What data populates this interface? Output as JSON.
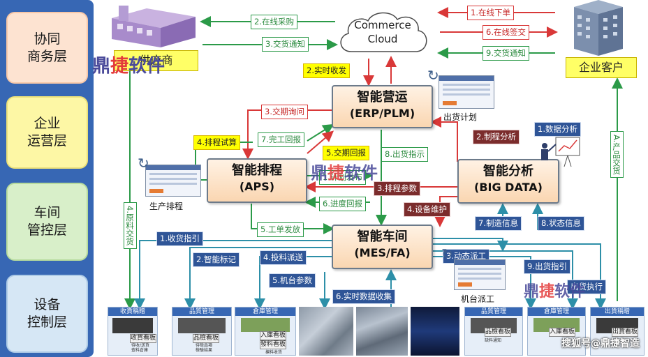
{
  "layers": [
    "协同\n商务层",
    "企业\n运营层",
    "车间\n管控层",
    "设备\n控制层"
  ],
  "cloud": "Commerce\nCloud",
  "entities": {
    "supplier": "供应商",
    "customer": "企业客户"
  },
  "core": {
    "erp": {
      "line1": "智能营运",
      "line2": "(ERP/PLM)"
    },
    "aps": {
      "line1": "智能排程",
      "line2": "(APS)"
    },
    "bigdata": {
      "line1": "智能分析",
      "line2": "(BIG DATA)"
    },
    "mes": {
      "line1": "智能车间",
      "line2": "(MES/FA)"
    }
  },
  "labels": {
    "online_purchase": "2.在线采购",
    "trade_notice_left": "3.交货通知",
    "realtime_receipt": "2.实时收发",
    "online_order": "1.在线下单",
    "online_sign": "6.在线签交",
    "trade_notice_right": "9.交货通知",
    "delivery_inquiry": "3.交期询问",
    "schedule_trial": "4.排程试算",
    "complete_report": "7.完工回报",
    "delivery_reply": "5.交期回报",
    "ship_instruction": "8.出货指示",
    "plan_issue": "1.计划发布",
    "schedule_params": "3.排程参数",
    "progress_report": "6.进度回报",
    "equipment_maintenance": "4.设备维护",
    "order_dispatch": "5.工单发放",
    "mfg_info": "7.制造信息",
    "status_info": "8.状态信息",
    "mfg_analysis": "2.制程分析",
    "data_analysis": "1.数据分析",
    "receipt_guide": "1.收货指引",
    "smart_marking": "2.智能标记",
    "material_dispatch": "4.投料派送",
    "machine_params": "5.机台参数",
    "realtime_collection": "6.实时数据收集",
    "dynamic_dispatch": "3.动态派工",
    "ship_guide": "9.出货指引",
    "ship_execute": "出货执行",
    "material_trade_vertical": "4.原料交货",
    "product_trade_vertical": "A.产品交货"
  },
  "captions": {
    "ship_plan": "出货计划",
    "production_schedule": "生产排程",
    "machine_dispatch": "机台派工"
  },
  "bottom": {
    "panels": [
      "收貨稱贈",
      "品質管理",
      "倉庫管理",
      "品質管理",
      "倉庫管理",
      "出貨稱贈"
    ],
    "tags": [
      "收貨看板",
      "品檢看板",
      "入庫看板",
      "發料看板",
      "品檢看板",
      "入庫看板",
      "出貨看板"
    ],
    "mini": [
      "待收/送貨",
      "查料倉庫",
      "揀料收貨",
      "待檢品項",
      "檢驗結果",
      "缺料通知"
    ]
  },
  "watermark": {
    "part1": "鼎",
    "part2": "捷",
    "part3": "软件"
  },
  "credit": "搜狐号@鼎捷智造",
  "colors": {
    "side": "#3767b4",
    "green": "#2b9a48",
    "red": "#d93838",
    "teal": "#2d8fa8",
    "navy": "#2f5597"
  }
}
